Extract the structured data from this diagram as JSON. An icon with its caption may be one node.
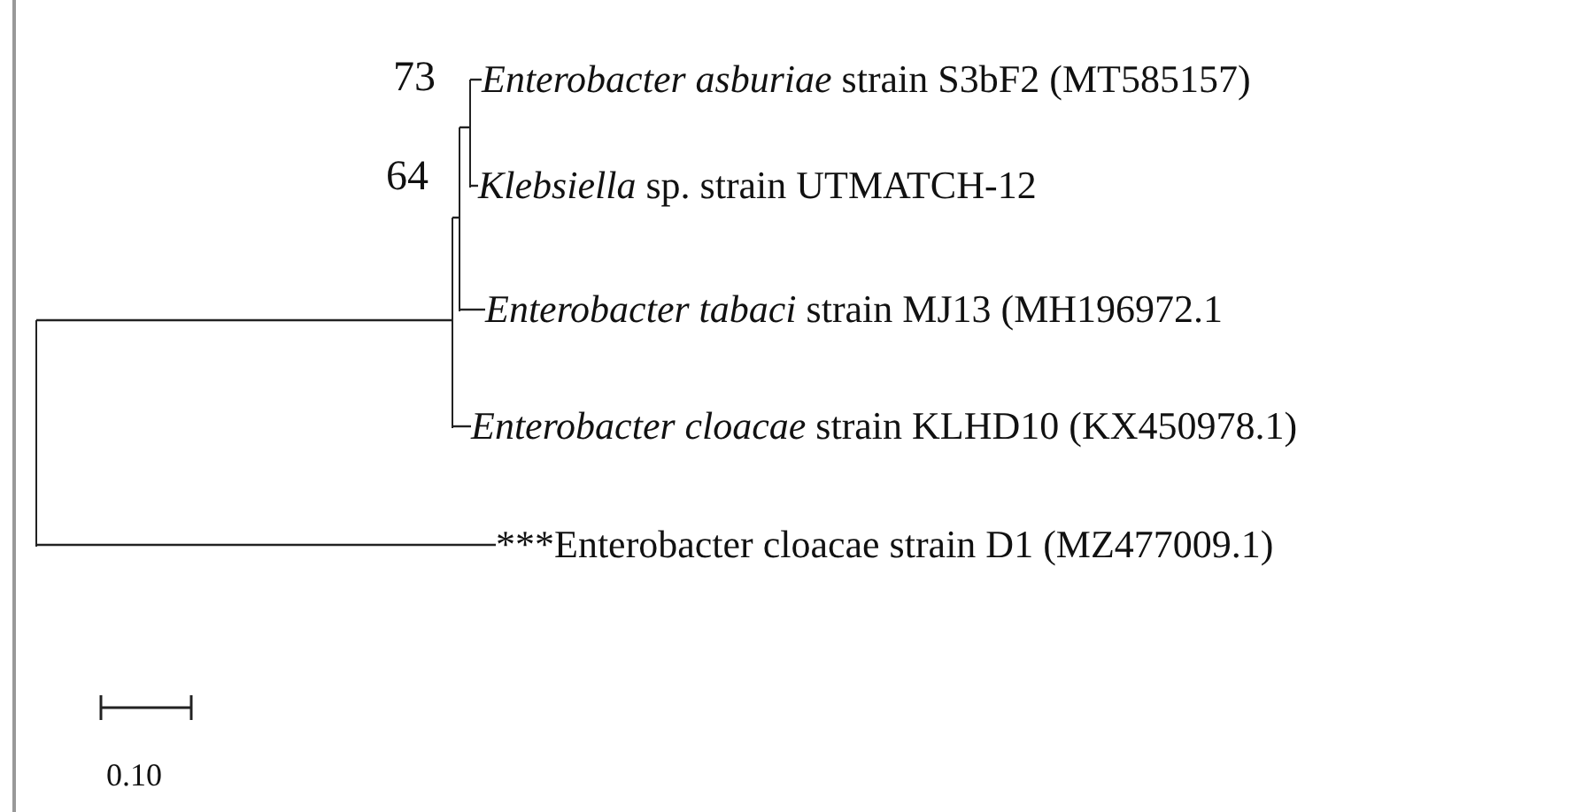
{
  "diagram": {
    "nodes": [
      {
        "text": [
          "*Enterobacter asburiae* strain S3bF2 (MT585157)"
        ]
      },
      {
        "text": [
          "*Klebsiella* sp. strain UTMATCH-12"
        ]
      },
      {
        "text": [
          "*Enterobacter tabaci* strain MJ13 (MH196972.1"
        ]
      },
      {
        "text": [
          "*Enterobacter cloacae* strain KLHD10 (KX450978.1)"
        ]
      },
      {
        "text": [
          "***Enterobacter cloacae strain D1 (MZ477009.1)"
        ]
      },
      {
        "text": [],
        "shape": "bar"
      },
      {
        "text": [],
        "shape": "bar"
      },
      {
        "text": [],
        "shape": "bar",
        "beside": [
          "64"
        ]
      },
      {
        "text": [],
        "shape": "bar",
        "beside": [
          "73"
        ]
      }
    ],
    "edges": [
      {
        "from": 5,
        "to": 6,
        "arrow": "none"
      },
      {
        "from": 5,
        "to": 4,
        "arrow": "none"
      },
      {
        "from": 6,
        "to": 7,
        "arrow": "none"
      },
      {
        "from": 6,
        "to": 3,
        "arrow": "none"
      },
      {
        "from": 7,
        "to": 8,
        "arrow": "none"
      },
      {
        "from": 7,
        "to": 2,
        "arrow": "none"
      },
      {
        "from": 8,
        "to": 0,
        "arrow": "none"
      },
      {
        "from": 8,
        "to": 1,
        "arrow": "none"
      }
    ],
    "labels": [
      "0.10"
    ]
  }
}
